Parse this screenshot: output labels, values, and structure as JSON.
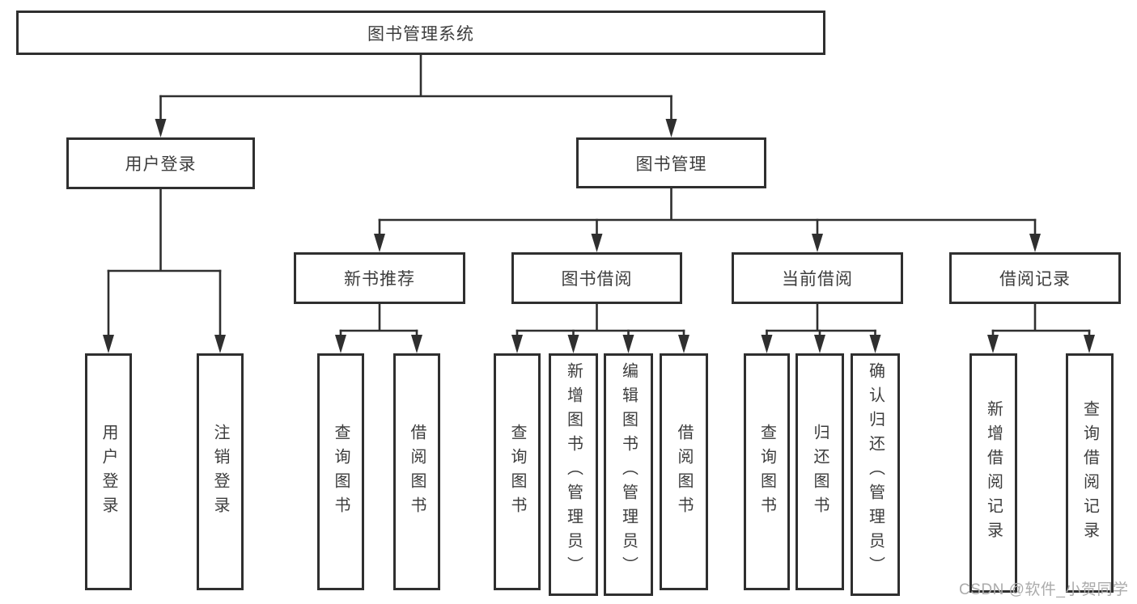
{
  "diagram_title": "图书管理系统",
  "tree": {
    "label": "图书管理系统",
    "children": [
      {
        "label": "用户登录",
        "children": [
          {
            "label": "用户登录"
          },
          {
            "label": "注销登录"
          }
        ]
      },
      {
        "label": "图书管理",
        "children": [
          {
            "label": "新书推荐",
            "children": [
              {
                "label": "查询图书"
              },
              {
                "label": "借阅图书"
              }
            ]
          },
          {
            "label": "图书借阅",
            "children": [
              {
                "label": "查询图书"
              },
              {
                "label": "新增图书（管理员）"
              },
              {
                "label": "编辑图书（管理员）"
              },
              {
                "label": "借阅图书"
              }
            ]
          },
          {
            "label": "当前借阅",
            "children": [
              {
                "label": "查询图书"
              },
              {
                "label": "归还图书"
              },
              {
                "label": "确认归还（管理员）"
              }
            ]
          },
          {
            "label": "借阅记录",
            "children": [
              {
                "label": "新增借阅记录"
              },
              {
                "label": "查询借阅记录"
              }
            ]
          }
        ]
      }
    ]
  },
  "watermark": {
    "text": "CSDN @软件_小贺同学"
  },
  "colors": {
    "line": "#2f2f2f",
    "text": "#3d3d3d",
    "watermark": "#ababab",
    "background": "#ffffff"
  }
}
